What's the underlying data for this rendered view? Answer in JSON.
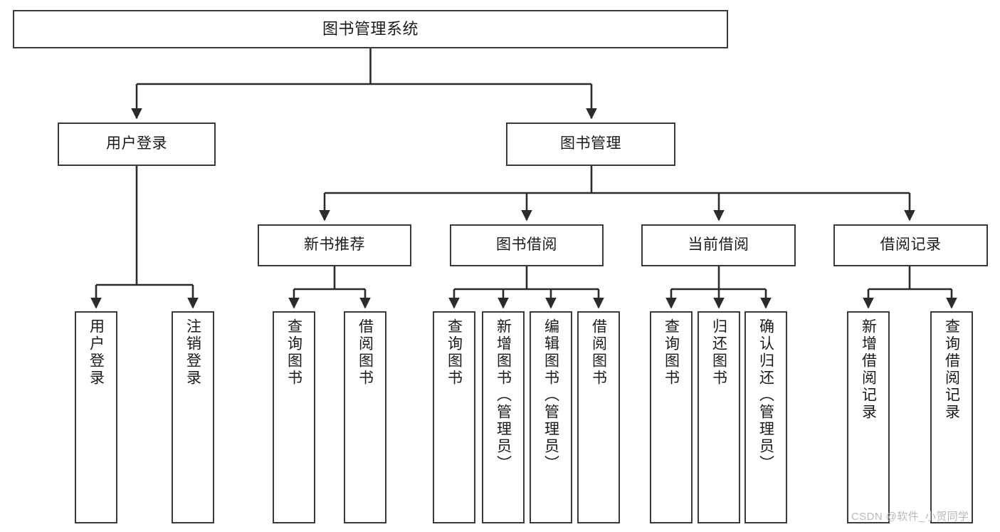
{
  "diagram": {
    "type": "tree-hierarchy-chart",
    "title": "图书管理系统",
    "theme": {
      "background": "#ffffff",
      "box_border": "#3a3a3a",
      "box_fill": "#ffffff",
      "text": "#1a1a1a",
      "connector": "#2b2b2b",
      "watermark": "#b9b9b9"
    },
    "levels": {
      "level1": [
        "图书管理系统"
      ],
      "level2": [
        "用户登录",
        "图书管理"
      ],
      "level3": [
        "新书推荐",
        "图书借阅",
        "当前借阅",
        "借阅记录"
      ]
    },
    "nodes": {
      "root": {
        "label": "图书管理系统"
      },
      "user_login": {
        "label": "用户登录"
      },
      "book_manage": {
        "label": "图书管理"
      },
      "new_book_rec": {
        "label": "新书推荐"
      },
      "book_borrow": {
        "label": "图书借阅"
      },
      "current_borrow": {
        "label": "当前借阅"
      },
      "borrow_record": {
        "label": "借阅记录"
      },
      "leaf_user_login": {
        "label": "用户登录"
      },
      "leaf_logout": {
        "label": "注销登录"
      },
      "leaf_query_book_1": {
        "label": "查询图书"
      },
      "leaf_borrow_book_1": {
        "label": "借阅图书"
      },
      "leaf_query_book_2": {
        "label": "查询图书"
      },
      "leaf_add_book_admin": {
        "label": "新增图书（管理员）"
      },
      "leaf_edit_book_admin": {
        "label": "编辑图书（管理员）"
      },
      "leaf_borrow_book_2": {
        "label": "借阅图书"
      },
      "leaf_query_book_3": {
        "label": "查询图书"
      },
      "leaf_return_book": {
        "label": "归还图书"
      },
      "leaf_confirm_return_admin": {
        "label": "确认归还（管理员）"
      },
      "leaf_add_record": {
        "label": "新增借阅记录"
      },
      "leaf_query_record": {
        "label": "查询借阅记录"
      }
    },
    "edges": [
      {
        "from": "root",
        "to": "user_login"
      },
      {
        "from": "root",
        "to": "book_manage"
      },
      {
        "from": "user_login",
        "to": "leaf_user_login"
      },
      {
        "from": "user_login",
        "to": "leaf_logout"
      },
      {
        "from": "book_manage",
        "to": "new_book_rec"
      },
      {
        "from": "book_manage",
        "to": "book_borrow"
      },
      {
        "from": "book_manage",
        "to": "current_borrow"
      },
      {
        "from": "book_manage",
        "to": "borrow_record"
      },
      {
        "from": "new_book_rec",
        "to": "leaf_query_book_1"
      },
      {
        "from": "new_book_rec",
        "to": "leaf_borrow_book_1"
      },
      {
        "from": "book_borrow",
        "to": "leaf_query_book_2"
      },
      {
        "from": "book_borrow",
        "to": "leaf_add_book_admin"
      },
      {
        "from": "book_borrow",
        "to": "leaf_edit_book_admin"
      },
      {
        "from": "book_borrow",
        "to": "leaf_borrow_book_2"
      },
      {
        "from": "current_borrow",
        "to": "leaf_query_book_3"
      },
      {
        "from": "current_borrow",
        "to": "leaf_return_book"
      },
      {
        "from": "current_borrow",
        "to": "leaf_confirm_return_admin"
      },
      {
        "from": "borrow_record",
        "to": "leaf_add_record"
      },
      {
        "from": "borrow_record",
        "to": "leaf_query_record"
      }
    ]
  },
  "watermark": {
    "text": "CSDN @软件_小贺同学"
  }
}
